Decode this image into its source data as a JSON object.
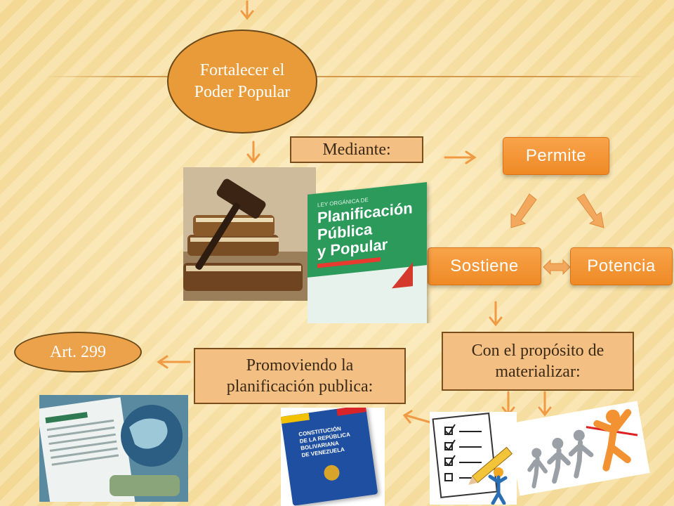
{
  "nodes": {
    "fortalecer": "Fortalecer el Poder Popular",
    "mediante": "Mediante:",
    "permite": "Permite",
    "sostiene": "Sostiene",
    "potencia": "Potencia",
    "proposito": "Con el propósito de materializar:",
    "promoviendo": "Promoviendo la planificación publica:",
    "articulo": "Art. 299"
  },
  "book_cover": {
    "pre_title": "LEY ORGÁNICA DE",
    "title_line1": "Planificación",
    "title_line2": "Pública",
    "title_line3": "y Popular"
  },
  "constitution": {
    "line1": "CONSTITUCIÓN",
    "line2": "DE LA REPÚBLICA",
    "line3": "BOLIVARIANA",
    "line4": "DE VENEZUELA"
  },
  "colors": {
    "oval_fill": "#e99b3a",
    "box_fill": "#f4bf83",
    "pill_fill": "#f39233",
    "arrow": "#f09a44"
  }
}
